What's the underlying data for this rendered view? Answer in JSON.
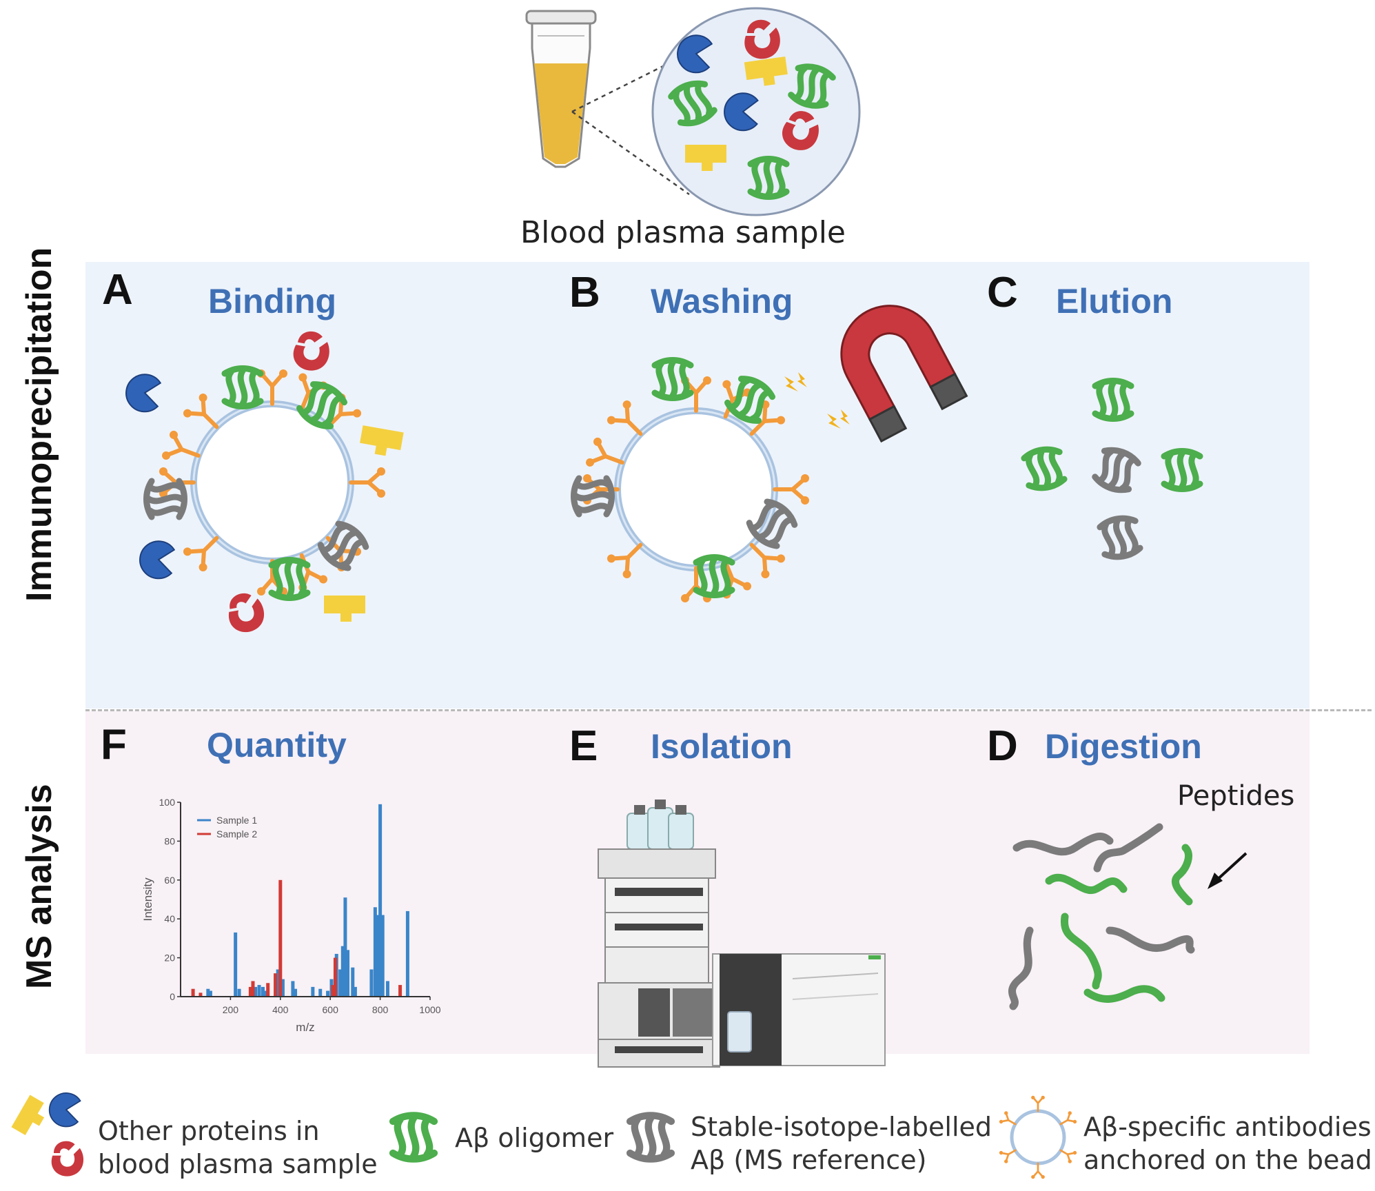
{
  "top": {
    "caption": "Blood plasma sample"
  },
  "sections": {
    "immunoprecipitation": "Immunoprecipitation",
    "ms_analysis": "MS  analysis"
  },
  "steps": {
    "a": {
      "letter": "A",
      "title": "Binding"
    },
    "b": {
      "letter": "B",
      "title": "Washing"
    },
    "c": {
      "letter": "C",
      "title": "Elution"
    },
    "d": {
      "letter": "D",
      "title": "Digestion",
      "annotation": "Peptides"
    },
    "e": {
      "letter": "E",
      "title": "Isolation"
    },
    "f": {
      "letter": "F",
      "title": "Quantity"
    }
  },
  "legend": {
    "other_proteins": [
      "Other proteins in",
      "blood plasma sample"
    ],
    "ab_oligomer": "Aβ oligomer",
    "labelled": [
      "Stable-isotope-labelled",
      "Aβ (MS reference)"
    ],
    "antibodies": [
      "Aβ-specific antibodies",
      "anchored on the bead"
    ]
  },
  "colors": {
    "oligomer_green": "#4cae4c",
    "labelled_gray": "#7b7b7b",
    "antibody_orange": "#f39a3a",
    "pacman_blue": "#2f63b8",
    "red_protein": "#c9383e",
    "yellow_protein": "#f4d03f",
    "sample1_blue": "#3a85c9",
    "sample2_red": "#d23a34",
    "title_blue": "#3f70b5"
  },
  "chart_data": {
    "type": "bar",
    "xlabel": "m/z",
    "ylabel": "Intensity",
    "xlim": [
      0,
      1000
    ],
    "ylim": [
      0,
      100
    ],
    "xticks": [
      "200",
      "400",
      "600",
      "800",
      "1000"
    ],
    "yticks": [
      "0",
      "20",
      "40",
      "60",
      "80",
      "100"
    ],
    "legend_placement": "top-left",
    "series": [
      {
        "name": "Sample 1",
        "color": "#3a85c9",
        "points": [
          [
            110,
            4
          ],
          [
            120,
            3
          ],
          [
            220,
            33
          ],
          [
            235,
            4
          ],
          [
            300,
            5
          ],
          [
            315,
            6
          ],
          [
            330,
            5
          ],
          [
            340,
            3
          ],
          [
            390,
            14
          ],
          [
            410,
            9
          ],
          [
            450,
            8
          ],
          [
            460,
            4
          ],
          [
            530,
            5
          ],
          [
            560,
            4
          ],
          [
            590,
            3
          ],
          [
            605,
            9
          ],
          [
            625,
            22
          ],
          [
            640,
            14
          ],
          [
            650,
            26
          ],
          [
            660,
            51
          ],
          [
            670,
            24
          ],
          [
            690,
            15
          ],
          [
            700,
            5
          ],
          [
            765,
            14
          ],
          [
            780,
            46
          ],
          [
            790,
            42
          ],
          [
            800,
            99
          ],
          [
            810,
            42
          ],
          [
            830,
            8
          ],
          [
            910,
            44
          ]
        ]
      },
      {
        "name": "Sample 2",
        "color": "#d23a34",
        "points": [
          [
            50,
            4
          ],
          [
            80,
            2
          ],
          [
            280,
            5
          ],
          [
            290,
            8
          ],
          [
            350,
            7
          ],
          [
            380,
            12
          ],
          [
            400,
            60
          ],
          [
            610,
            6
          ],
          [
            620,
            20
          ],
          [
            880,
            6
          ]
        ]
      }
    ]
  }
}
